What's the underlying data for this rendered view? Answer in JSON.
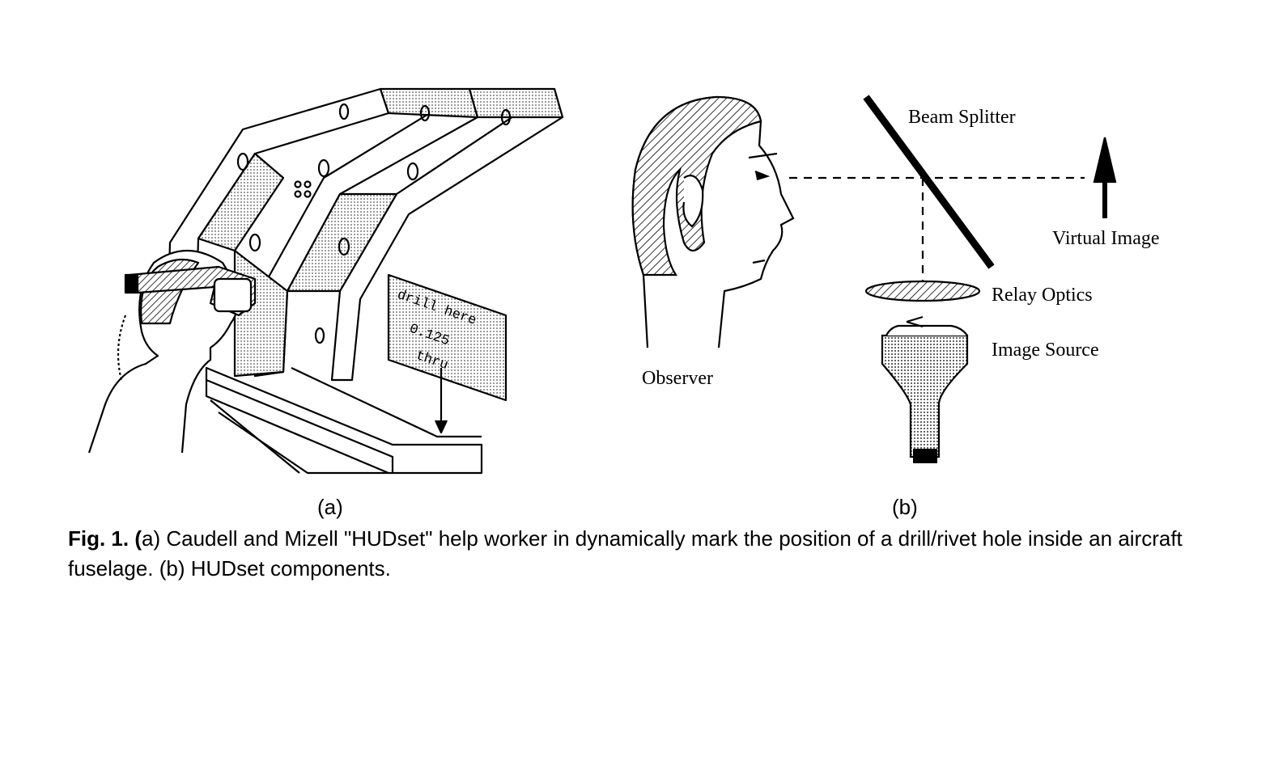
{
  "figure": {
    "panel_a": {
      "sign_lines": [
        "drill here",
        "0.125",
        "thru"
      ],
      "sublabel": "(a)"
    },
    "panel_b": {
      "labels": {
        "beam_splitter": "Beam Splitter",
        "virtual_image": "Virtual Image",
        "relay_optics": "Relay Optics",
        "image_source": "Image Source",
        "observer": "Observer"
      },
      "sublabel": "(b)"
    },
    "caption": {
      "prefix": "Fig. 1. (",
      "text": "a) Caudell and Mizell \"HUDset\" help worker in dynamically mark the position of a drill/rivet hole inside an aircraft fuselage. (b) HUDset components."
    }
  }
}
